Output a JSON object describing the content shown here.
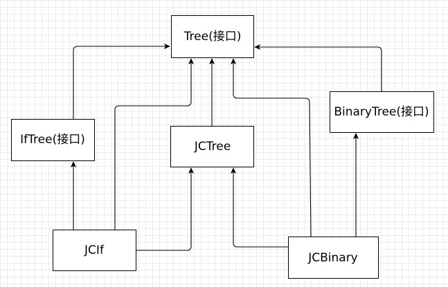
{
  "nodes": {
    "tree": {
      "label": "Tree(接口)"
    },
    "iftree": {
      "label": "IfTree(接口)"
    },
    "jctree": {
      "label": "JCTree"
    },
    "binarytree": {
      "label": "BinaryTree(接口)"
    },
    "jcif": {
      "label": "JCIf"
    },
    "jcbinary": {
      "label": "JCBinary"
    }
  },
  "edges": [
    {
      "from": "iftree",
      "to": "tree"
    },
    {
      "from": "jcif",
      "to": "tree"
    },
    {
      "from": "jctree",
      "to": "tree"
    },
    {
      "from": "jcbinary",
      "to": "tree"
    },
    {
      "from": "binarytree",
      "to": "tree"
    },
    {
      "from": "jcif",
      "to": "iftree"
    },
    {
      "from": "jcif",
      "to": "jctree"
    },
    {
      "from": "jcbinary",
      "to": "jctree"
    },
    {
      "from": "jcbinary",
      "to": "binarytree"
    }
  ],
  "colors": {
    "stroke": "#000000",
    "box_fill": "#ffffff",
    "grid": "#ececec"
  }
}
